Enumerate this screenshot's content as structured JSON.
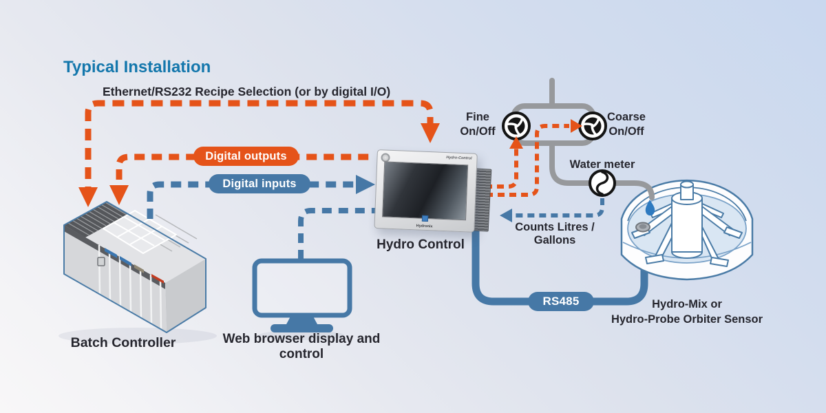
{
  "title": "Typical Installation",
  "labels": {
    "ethernet": "Ethernet/RS232 Recipe Selection (or by digital I/O)",
    "digital_outputs": "Digital outputs",
    "digital_inputs": "Digital inputs",
    "fine_valve": "Fine\nOn/Off",
    "coarse_valve": "Coarse\nOn/Off",
    "water_meter": "Water meter",
    "counts": "Counts Litres / Gallons",
    "hydro_control": "Hydro Control",
    "batch_controller": "Batch Controller",
    "web_browser": "Web browser display and control",
    "rs485": "RS485",
    "mixer": "Hydro-Mix or\nHydro-Probe Orbiter Sensor"
  },
  "device": {
    "bezel_brand": "Hydro-Control",
    "logo_text": "Hydronix"
  },
  "colors": {
    "title_blue": "#1477ac",
    "orange": "#e55319",
    "blue": "#4678a6",
    "pipe_gray": "#97999c",
    "text_dark": "#26262e"
  }
}
